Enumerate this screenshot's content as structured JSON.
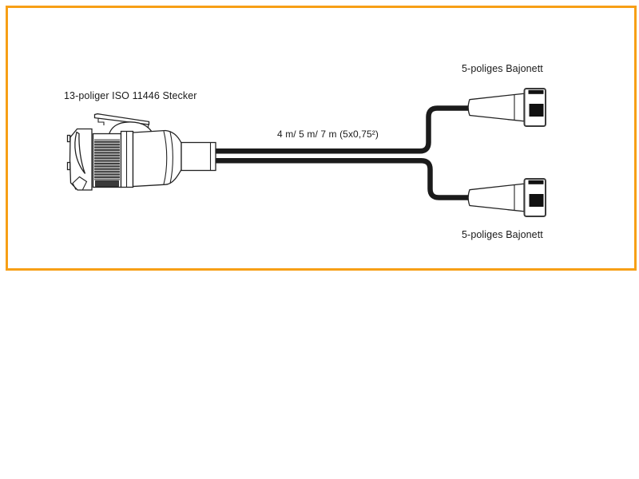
{
  "diagram": {
    "plug_label": "13-poliger ISO 11446 Stecker",
    "cable_label": "4 m/ 5 m/ 7 m (5x0,75²)",
    "top_connector_label": "5-poliges Bajonett",
    "bottom_connector_label": "5-poliges Bajonett"
  },
  "colors": {
    "frame-accent": "#F79F16",
    "line-ink": "#232323",
    "cable-black": "#1B1B1B",
    "paper": "#FFFFFF"
  }
}
